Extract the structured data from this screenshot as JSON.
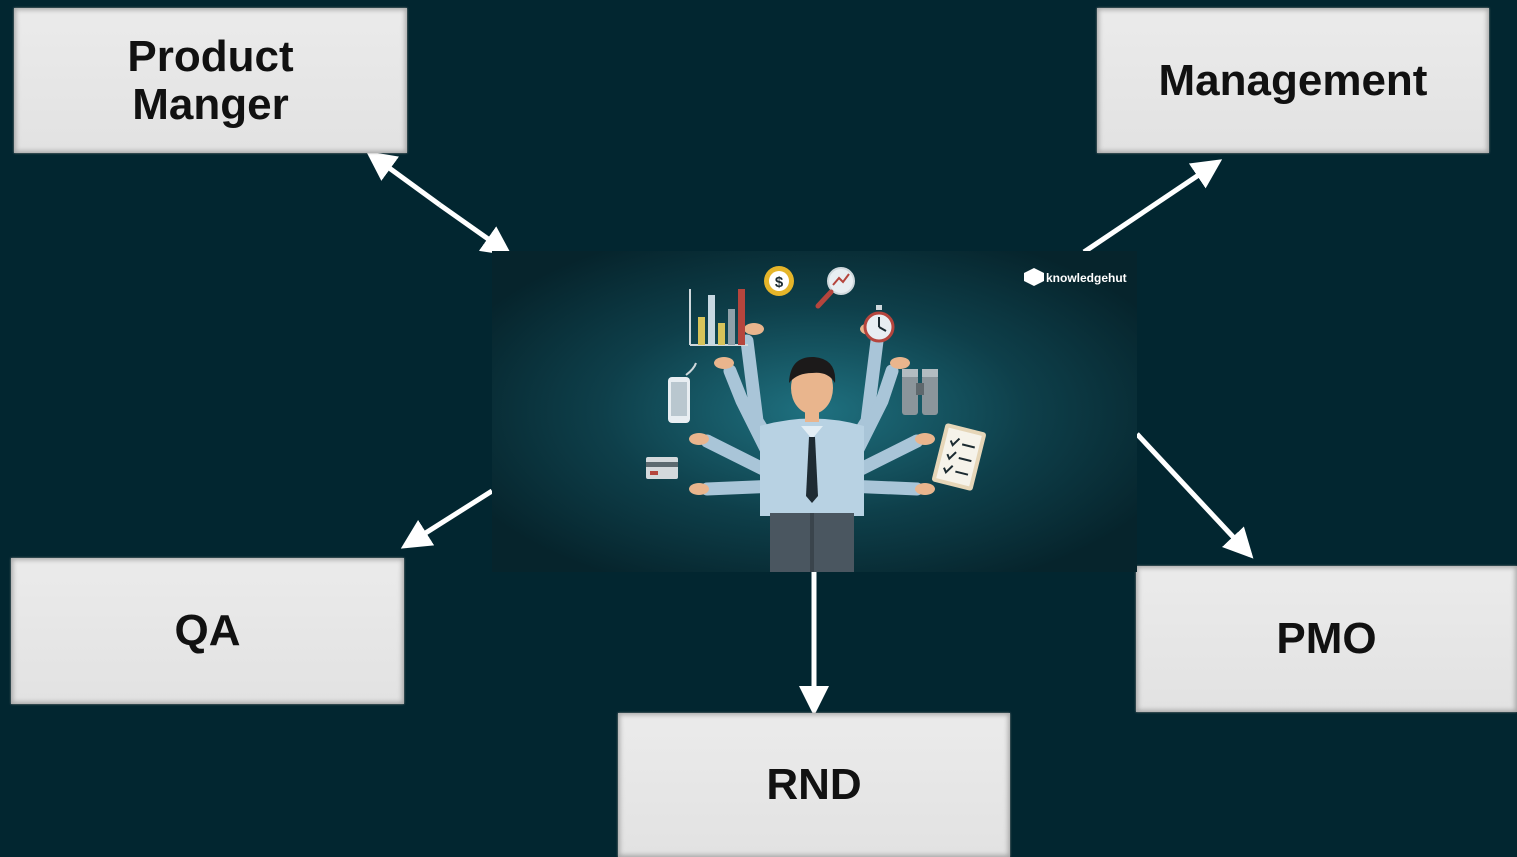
{
  "boxes": {
    "product_manager": {
      "line1": "Product",
      "line2": "Manger"
    },
    "management": {
      "label": "Management"
    },
    "qa": {
      "label": "QA"
    },
    "rnd": {
      "label": "RND"
    },
    "pmo": {
      "label": "PMO"
    }
  },
  "center": {
    "logo_text": "knowledgehut",
    "icons": [
      "bar-chart-icon",
      "dollar-gear-icon",
      "magnifier-chart-icon",
      "stopwatch-icon",
      "smartphone-icon",
      "binoculars-icon",
      "credit-card-icon",
      "checklist-clipboard-icon"
    ]
  },
  "colors": {
    "background": "#022630",
    "box_fill": "#e6e6e6",
    "arrow": "#ffffff",
    "illustration_glow": "#1c6a78"
  }
}
